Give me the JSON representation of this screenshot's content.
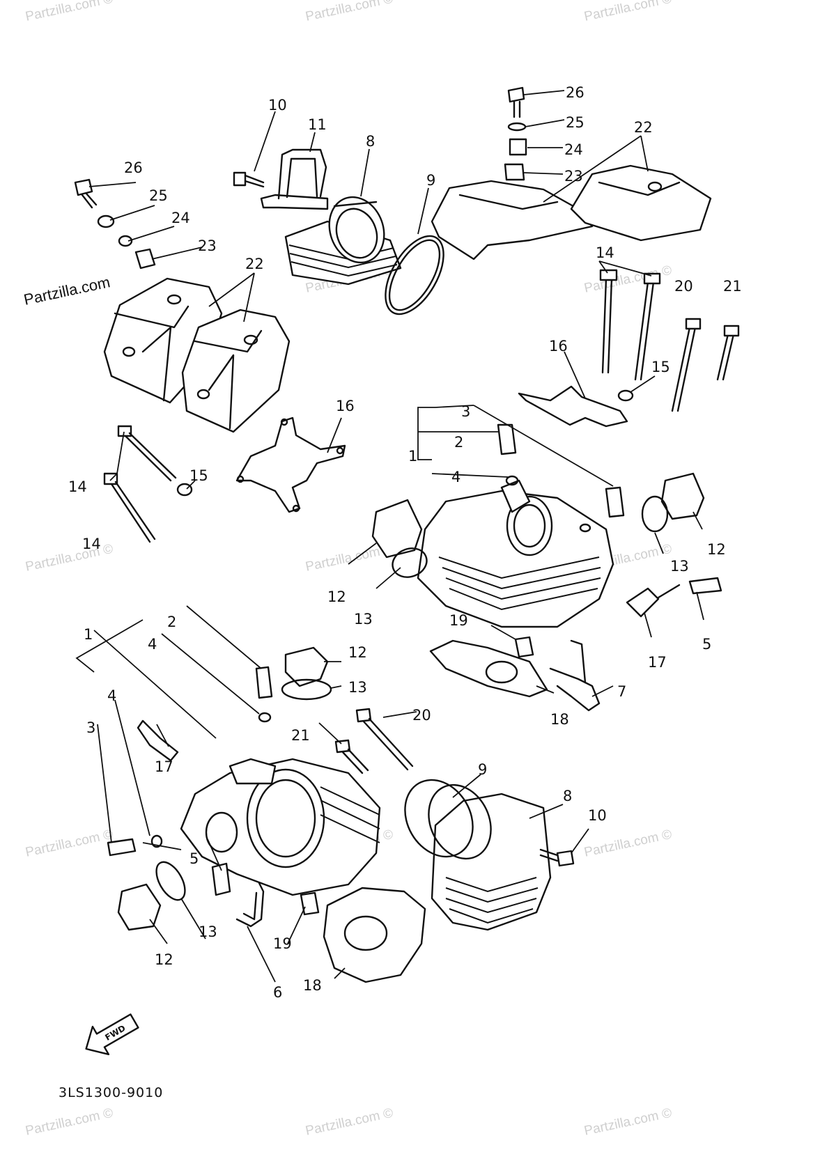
{
  "watermark": "Partzilla.com ©",
  "watermark_left": "Partzilla.com",
  "diagram_code": "3LS1300-9010",
  "fwd_label": "FWD",
  "callouts": {
    "c1": "1",
    "c2": "2",
    "c3": "3",
    "c4": "4",
    "c5": "5",
    "c6": "6",
    "c7": "7",
    "c8": "8",
    "c9": "9",
    "c10": "10",
    "c11": "11",
    "c12": "12",
    "c13": "13",
    "c14": "14",
    "c15": "15",
    "c16": "16",
    "c17": "17",
    "c18": "18",
    "c19": "19",
    "c20": "20",
    "c21": "21",
    "c22": "22",
    "c23": "23",
    "c24": "24",
    "c25": "25",
    "c26": "26"
  }
}
